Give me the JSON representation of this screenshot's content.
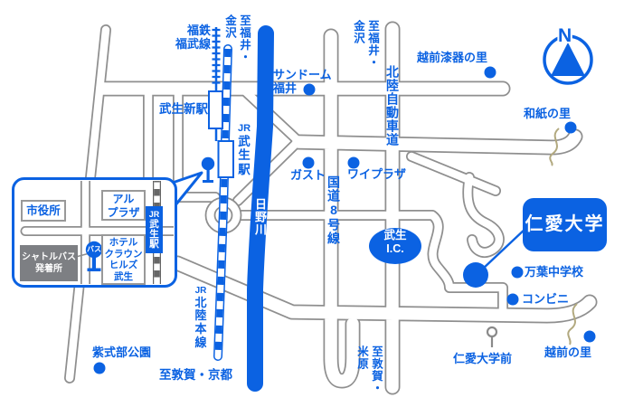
{
  "colors": {
    "accent_blue": "#0b62e2",
    "road_gray": "#8f8f8f",
    "shuttle_box_gray": "#7d7f83",
    "break_mark_tan": "#b2a97f"
  },
  "compass": {
    "n": "N"
  },
  "stations": {
    "fukutetsu_line": {
      "lines": [
        "福鉄",
        "福武線"
      ]
    },
    "takefushin": "武生新駅",
    "jr_takefu": {
      "jr": "JR",
      "rest_chars": [
        "武",
        "生",
        "駅"
      ]
    },
    "jr_hokuriku_line": {
      "jr": "JR",
      "rest_chars": [
        "北",
        "陸",
        "本",
        "線"
      ]
    }
  },
  "directions": {
    "to_fukui_kanazawa_west": "至福井・金沢",
    "to_fukui_kanazawa_east": "至福井・金沢",
    "to_tsuruga_kyoto": "至敦賀・京都",
    "to_tsuruga_maibara": "至敦賀・米原"
  },
  "roads": {
    "hokuriku_expressway": "北陸自動車道",
    "route8": "国道8号線",
    "hino_river": "日野川",
    "takefu_ic": {
      "line1": "武生",
      "line2": "I.C."
    }
  },
  "landmarks": {
    "sundome": {
      "lines": [
        "サンドーム",
        "福井"
      ]
    },
    "gusto": "ガスト",
    "y_plaza": "ワイプラザ",
    "echizen_shikki_no_sato": "越前漆器の里",
    "washi_no_sato": "和紙の里",
    "manyo_junior_high": "万葉中学校",
    "conbini": "コンビニ",
    "echizen_no_sato": "越前の里",
    "murasakishikibu_park": "紫式部公園",
    "jinai_univ_mae_stop": "仁愛大学前"
  },
  "university": {
    "name": "仁愛大学"
  },
  "inset": {
    "city_hall": "市役所",
    "al_plaza": {
      "lines": [
        "アル",
        "プラザ"
      ]
    },
    "jr_station": {
      "jr": "JR",
      "rest_chars": [
        "武",
        "生",
        "駅"
      ]
    },
    "shuttle_stop": {
      "lines": [
        "シャトルバス",
        "発着所"
      ]
    },
    "bus": "バス",
    "hotel": {
      "lines": [
        "ホテル",
        "クラウン",
        "ヒルズ",
        "武生"
      ]
    }
  }
}
